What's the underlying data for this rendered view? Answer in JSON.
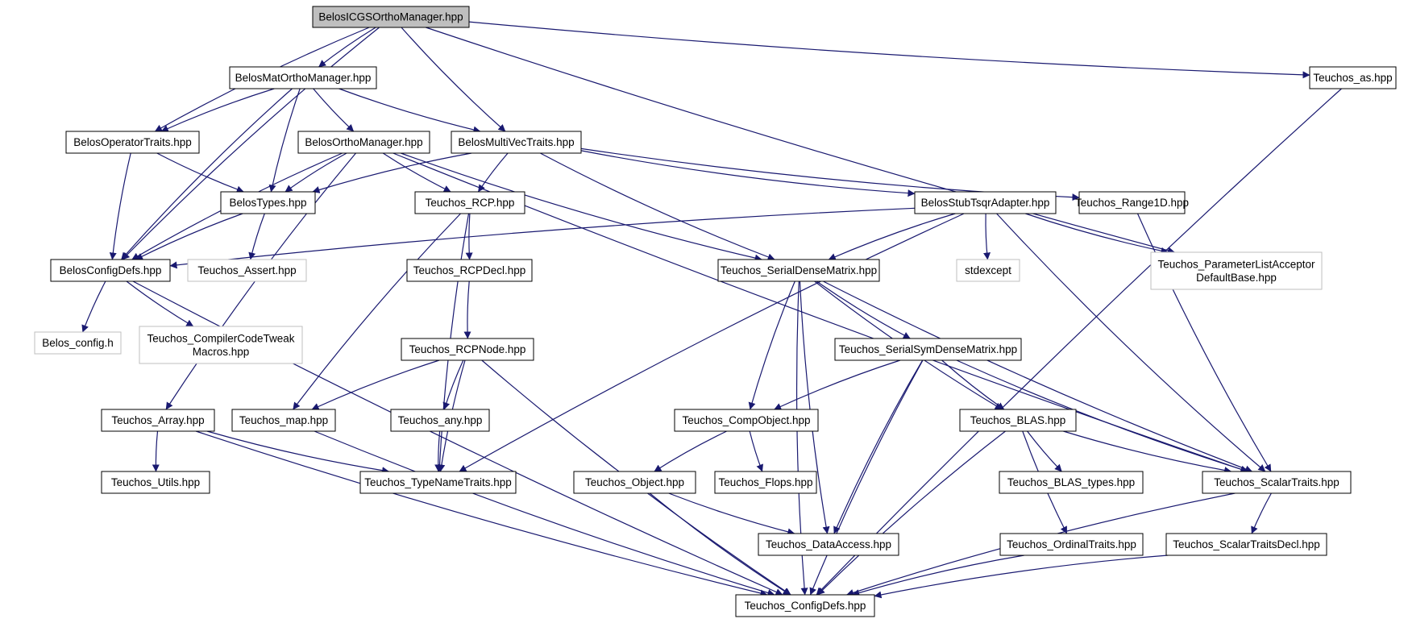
{
  "colors": {
    "edge": "#191970",
    "root_fill": "#bfbfbf",
    "node_fill": "#ffffff",
    "node_border": "#000000",
    "external_border": "#bfbfbf"
  },
  "nodes": {
    "root": [
      "BelosICGSOrthoManager.hpp"
    ],
    "matortho": [
      "BelosMatOrthoManager.hpp"
    ],
    "teuchos_as": [
      "Teuchos_as.hpp"
    ],
    "opTraits": [
      "BelosOperatorTraits.hpp"
    ],
    "orthoMgr": [
      "BelosOrthoManager.hpp"
    ],
    "mvTraits": [
      "BelosMultiVecTraits.hpp"
    ],
    "belosTypes": [
      "BelosTypes.hpp"
    ],
    "rcp": [
      "Teuchos_RCP.hpp"
    ],
    "stubTsqr": [
      "BelosStubTsqrAdapter.hpp"
    ],
    "range1d": [
      "Teuchos_Range1D.hpp"
    ],
    "configDefs": [
      "BelosConfigDefs.hpp"
    ],
    "assert": [
      "Teuchos_Assert.hpp"
    ],
    "rcpDecl": [
      "Teuchos_RCPDecl.hpp"
    ],
    "serialDense": [
      "Teuchos_SerialDenseMatrix.hpp"
    ],
    "stdexcept": [
      "stdexcept"
    ],
    "paramList": [
      "Teuchos_ParameterListAcceptor",
      "DefaultBase.hpp"
    ],
    "belosConfigH": [
      "Belos_config.h"
    ],
    "compilerTweak": [
      "Teuchos_CompilerCodeTweak",
      "Macros.hpp"
    ],
    "rcpNode": [
      "Teuchos_RCPNode.hpp"
    ],
    "serialSym": [
      "Teuchos_SerialSymDenseMatrix.hpp"
    ],
    "array": [
      "Teuchos_Array.hpp"
    ],
    "map": [
      "Teuchos_map.hpp"
    ],
    "any": [
      "Teuchos_any.hpp"
    ],
    "compObject": [
      "Teuchos_CompObject.hpp"
    ],
    "blas": [
      "Teuchos_BLAS.hpp"
    ],
    "utils": [
      "Teuchos_Utils.hpp"
    ],
    "typeName": [
      "Teuchos_TypeNameTraits.hpp"
    ],
    "object": [
      "Teuchos_Object.hpp"
    ],
    "flops": [
      "Teuchos_Flops.hpp"
    ],
    "blasTypes": [
      "Teuchos_BLAS_types.hpp"
    ],
    "scalarTraits": [
      "Teuchos_ScalarTraits.hpp"
    ],
    "dataAccess": [
      "Teuchos_DataAccess.hpp"
    ],
    "ordinalTraits": [
      "Teuchos_OrdinalTraits.hpp"
    ],
    "scalarTraitsDecl": [
      "Teuchos_ScalarTraitsDecl.hpp"
    ],
    "teuchosConfig": [
      "Teuchos_ConfigDefs.hpp"
    ]
  },
  "edges": [
    [
      "root",
      "matortho"
    ],
    [
      "root",
      "opTraits"
    ],
    [
      "root",
      "mvTraits"
    ],
    [
      "root",
      "configDefs"
    ],
    [
      "root",
      "teuchos_as"
    ],
    [
      "root",
      "paramList"
    ],
    [
      "matortho",
      "opTraits"
    ],
    [
      "matortho",
      "orthoMgr"
    ],
    [
      "matortho",
      "mvTraits"
    ],
    [
      "matortho",
      "belosTypes"
    ],
    [
      "matortho",
      "configDefs"
    ],
    [
      "teuchos_as",
      "teuchosConfig"
    ],
    [
      "opTraits",
      "belosTypes"
    ],
    [
      "opTraits",
      "configDefs"
    ],
    [
      "orthoMgr",
      "belosTypes"
    ],
    [
      "orthoMgr",
      "configDefs"
    ],
    [
      "orthoMgr",
      "rcp"
    ],
    [
      "orthoMgr",
      "serialDense"
    ],
    [
      "orthoMgr",
      "array"
    ],
    [
      "orthoMgr",
      "scalarTraits"
    ],
    [
      "mvTraits",
      "belosTypes"
    ],
    [
      "mvTraits",
      "rcp"
    ],
    [
      "mvTraits",
      "serialDense"
    ],
    [
      "mvTraits",
      "stubTsqr"
    ],
    [
      "mvTraits",
      "range1d"
    ],
    [
      "belosTypes",
      "configDefs"
    ],
    [
      "belosTypes",
      "assert"
    ],
    [
      "rcp",
      "rcpDecl"
    ],
    [
      "rcp",
      "map"
    ],
    [
      "rcp",
      "typeName"
    ],
    [
      "stubTsqr",
      "configDefs"
    ],
    [
      "stubTsqr",
      "serialDense"
    ],
    [
      "stubTsqr",
      "stdexcept"
    ],
    [
      "stubTsqr",
      "paramList"
    ],
    [
      "stubTsqr",
      "typeName"
    ],
    [
      "stubTsqr",
      "scalarTraits"
    ],
    [
      "range1d",
      "scalarTraits"
    ],
    [
      "configDefs",
      "belosConfigH"
    ],
    [
      "configDefs",
      "compilerTweak"
    ],
    [
      "configDefs",
      "teuchosConfig"
    ],
    [
      "rcpDecl",
      "rcpNode"
    ],
    [
      "rcpNode",
      "map"
    ],
    [
      "rcpNode",
      "any"
    ],
    [
      "rcpNode",
      "typeName"
    ],
    [
      "rcpNode",
      "teuchosConfig"
    ],
    [
      "serialDense",
      "serialSym"
    ],
    [
      "serialDense",
      "compObject"
    ],
    [
      "serialDense",
      "blas"
    ],
    [
      "serialDense",
      "dataAccess"
    ],
    [
      "serialDense",
      "teuchosConfig"
    ],
    [
      "serialDense",
      "scalarTraits"
    ],
    [
      "serialSym",
      "compObject"
    ],
    [
      "serialSym",
      "blas"
    ],
    [
      "serialSym",
      "dataAccess"
    ],
    [
      "serialSym",
      "teuchosConfig"
    ],
    [
      "serialSym",
      "scalarTraits"
    ],
    [
      "array",
      "utils"
    ],
    [
      "array",
      "typeName"
    ],
    [
      "array",
      "teuchosConfig"
    ],
    [
      "map",
      "teuchosConfig"
    ],
    [
      "any",
      "typeName"
    ],
    [
      "compObject",
      "object"
    ],
    [
      "compObject",
      "flops"
    ],
    [
      "object",
      "dataAccess"
    ],
    [
      "object",
      "teuchosConfig"
    ],
    [
      "blas",
      "blasTypes"
    ],
    [
      "blas",
      "ordinalTraits"
    ],
    [
      "blas",
      "scalarTraits"
    ],
    [
      "blas",
      "teuchosConfig"
    ],
    [
      "scalarTraits",
      "scalarTraitsDecl"
    ],
    [
      "scalarTraits",
      "teuchosConfig"
    ],
    [
      "ordinalTraits",
      "teuchosConfig"
    ],
    [
      "scalarTraitsDecl",
      "teuchosConfig"
    ]
  ]
}
